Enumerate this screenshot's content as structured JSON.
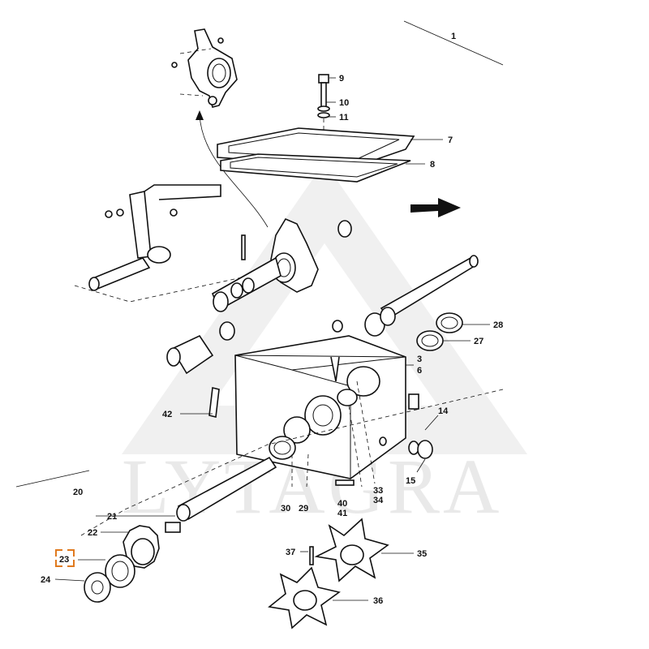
{
  "watermark": {
    "text": "LYTAGRA",
    "color": "#e9e9e9"
  },
  "highlight": {
    "callout": "23",
    "color": "#e07a1f"
  },
  "callouts": [
    {
      "id": "c1",
      "text": "1"
    },
    {
      "id": "c9",
      "text": "9"
    },
    {
      "id": "c10",
      "text": "10"
    },
    {
      "id": "c11",
      "text": "11"
    },
    {
      "id": "c7",
      "text": "7"
    },
    {
      "id": "c8",
      "text": "8"
    },
    {
      "id": "c28",
      "text": "28"
    },
    {
      "id": "c27",
      "text": "27"
    },
    {
      "id": "c3",
      "text": "3"
    },
    {
      "id": "c6",
      "text": "6"
    },
    {
      "id": "c42",
      "text": "42"
    },
    {
      "id": "c14",
      "text": "14"
    },
    {
      "id": "c15",
      "text": "15"
    },
    {
      "id": "c33",
      "text": "33"
    },
    {
      "id": "c34",
      "text": "34"
    },
    {
      "id": "c40",
      "text": "40"
    },
    {
      "id": "c41",
      "text": "41"
    },
    {
      "id": "c30",
      "text": "30"
    },
    {
      "id": "c29",
      "text": "29"
    },
    {
      "id": "c20",
      "text": "20"
    },
    {
      "id": "c21",
      "text": "21"
    },
    {
      "id": "c22",
      "text": "22"
    },
    {
      "id": "c23",
      "text": "23"
    },
    {
      "id": "c24",
      "text": "24"
    },
    {
      "id": "c37",
      "text": "37"
    },
    {
      "id": "c35",
      "text": "35"
    },
    {
      "id": "c36",
      "text": "36"
    }
  ]
}
